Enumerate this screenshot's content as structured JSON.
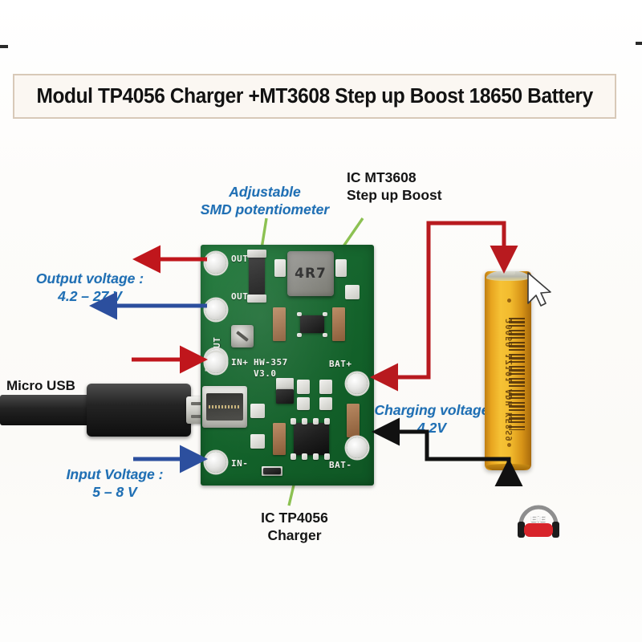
{
  "page": {
    "title": "Modul TP4056 Charger +MT3608 Step up Boost 18650 Battery",
    "background_color": "#fdfdfb",
    "title_box_bg": "#fbf7f2",
    "title_box_border": "#d8c9b8"
  },
  "colors": {
    "label_blue": "#1f6fb4",
    "label_black": "#151515",
    "arrow_red": "#c0161c",
    "arrow_blue": "#2c4f9e",
    "wire_red": "#b81a1f",
    "wire_black": "#111111",
    "leader_green": "#8cc152",
    "pcb_green": "#17672f",
    "battery_yellow": "#f2bb2e",
    "logo_red": "#d8242a"
  },
  "annotations": [
    {
      "id": "adjustable-smd-potentiometer",
      "lines": [
        "Adjustable",
        "SMD potentiometer"
      ],
      "style": "blue-italic",
      "points_to": "smd-potentiometer"
    },
    {
      "id": "ic-mt3608",
      "lines": [
        "IC MT3608",
        "Step up Boost"
      ],
      "style": "black-bold",
      "points_to": "mt3608-inductor"
    },
    {
      "id": "output-voltage",
      "lines": [
        "Output voltage :",
        "4.2 – 27 V"
      ],
      "style": "blue-italic",
      "points_to": "out-pads"
    },
    {
      "id": "input-voltage",
      "lines": [
        "Input Voltage :",
        "5 – 8 V"
      ],
      "style": "blue-italic",
      "points_to": "in-pads"
    },
    {
      "id": "charging-voltage",
      "lines": [
        "Charging voltage",
        "4.2V"
      ],
      "style": "blue-italic",
      "points_to": "bat-pads"
    },
    {
      "id": "ic-tp4056",
      "lines": [
        "IC TP4056",
        "Charger"
      ],
      "style": "black-bold",
      "points_to": "tp4056-ic"
    },
    {
      "id": "micro-usb",
      "lines": [
        "Micro USB"
      ],
      "style": "black-bold",
      "points_to": "usb-plug"
    }
  ],
  "pcb": {
    "silkscreen": {
      "out_plus": "OUT+",
      "out_minus": "OUT-",
      "out_side": "OUT",
      "in_plus": "IN+",
      "in_minus": "IN-",
      "bat_plus": "BAT+",
      "bat_minus": "BAT-",
      "board_rev_line1": "HW-357",
      "board_rev_line2": "V3.0"
    },
    "inductor_marking": "4R7"
  },
  "battery": {
    "type": "18650",
    "label_text": "20059 1Z101 ADH KE8S9",
    "terminal_positive": "top",
    "terminal_negative": "bottom"
  },
  "wires": [
    {
      "id": "bat-plus-wire",
      "color": "#b81a1f",
      "from": "BAT+",
      "to": "battery positive terminal"
    },
    {
      "id": "bat-minus-wire",
      "color": "#111111",
      "from": "BAT-",
      "to": "battery negative terminal"
    }
  ],
  "arrows": [
    {
      "id": "output-plus-arrow",
      "color": "#c0161c",
      "direction": "left",
      "from": "OUT+"
    },
    {
      "id": "output-minus-arrow",
      "color": "#2c4f9e",
      "direction": "left",
      "from": "OUT-"
    },
    {
      "id": "input-plus-arrow",
      "color": "#c0161c",
      "direction": "right",
      "to": "IN+"
    },
    {
      "id": "input-minus-arrow",
      "color": "#2c4f9e",
      "direction": "right",
      "to": "IN-"
    },
    {
      "id": "charging-arrow",
      "color": "#111111",
      "direction": "left",
      "to": "BAT-"
    }
  ],
  "logo": {
    "text": "EiE",
    "icon": "headphones-icon"
  }
}
